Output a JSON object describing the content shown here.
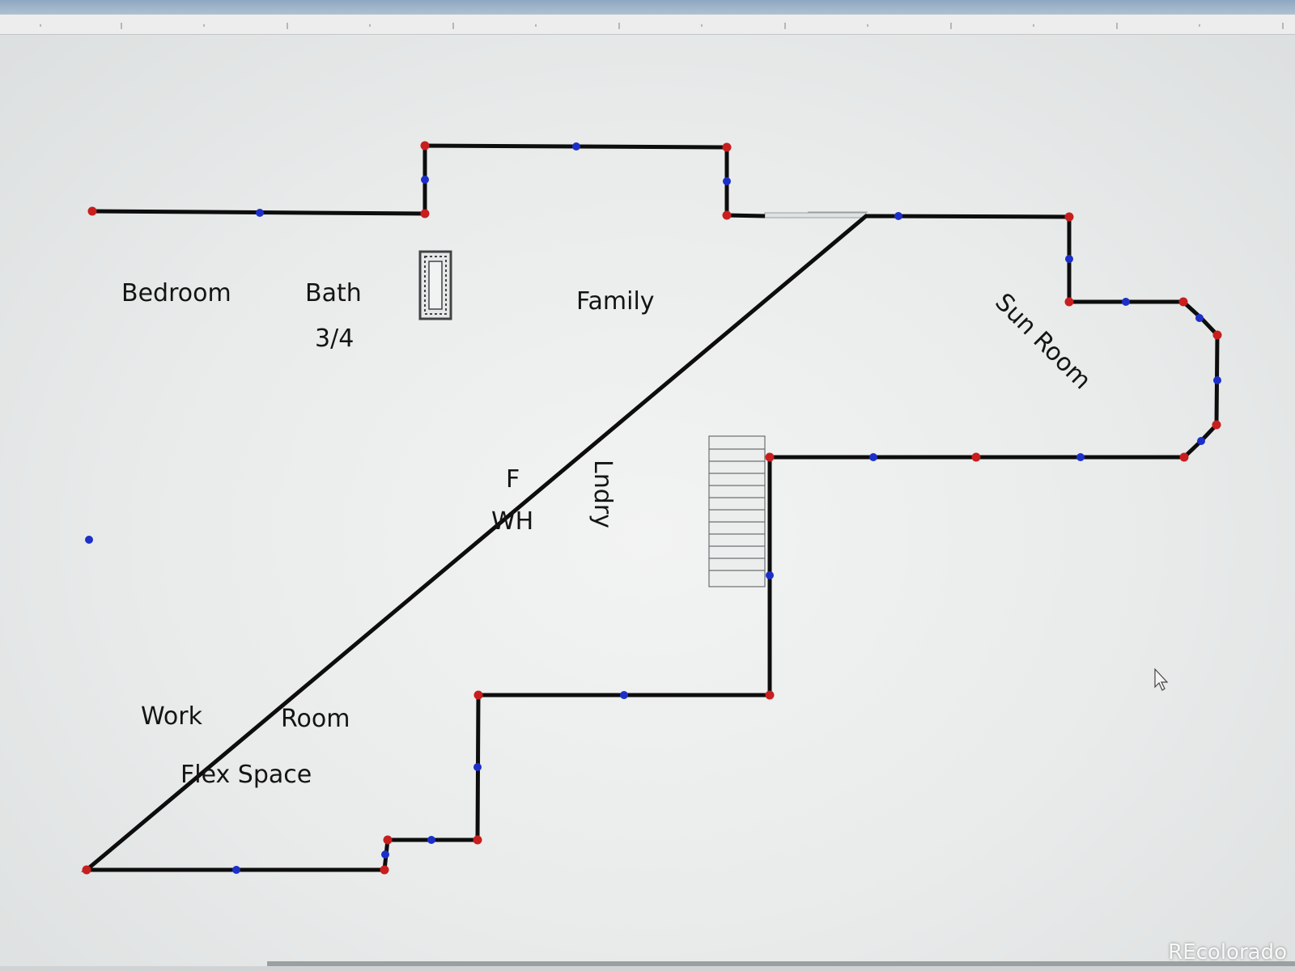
{
  "labels": {
    "bedroom": "Bedroom",
    "bath": "Bath",
    "bath_size": "3/4",
    "family": "Family",
    "sun_room": "Sun Room",
    "furnace": "F",
    "water_heater": "WH",
    "laundry": "Lndry",
    "work": "Work",
    "room": "Room",
    "flex_space": "Flex Space"
  },
  "watermark": "REcolorado",
  "colors": {
    "wall": "#0d0d0d",
    "corner_node": "#c81e1e",
    "mid_node": "#1d2fc9"
  },
  "icons": {
    "cursor": "mouse-pointer-icon",
    "stairs": "stairs-icon",
    "fixture": "shower-fixture-icon"
  }
}
